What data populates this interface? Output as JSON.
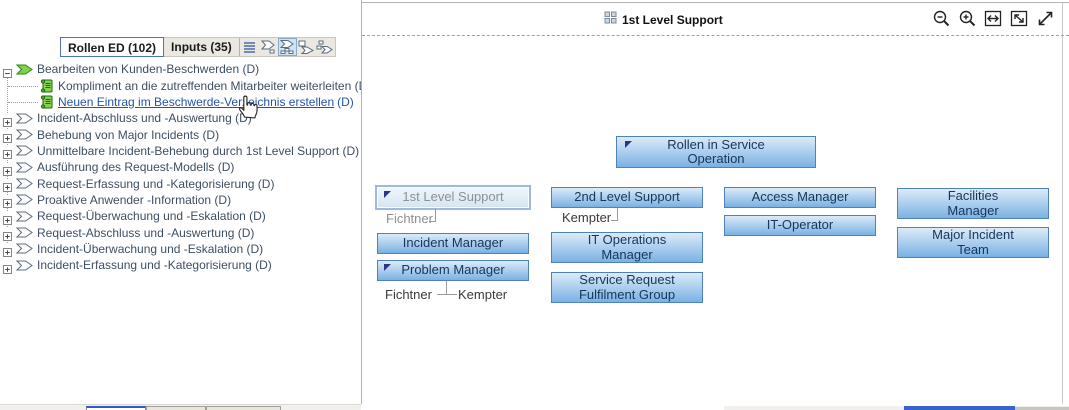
{
  "colors": {
    "node_border": "#4f81bd",
    "node_fill_top": "#dcebf8",
    "node_fill_bottom": "#7ab1e3",
    "node_text": "#16365c",
    "assignment_marker": "#2c3487",
    "link": "#2653a6",
    "selection_ring": "#9cbade",
    "scrollbar_thumb": "#3a63c9",
    "active_tab_border": "#4a73c6"
  },
  "left_panel": {
    "tabs": [
      {
        "label": "Rollen ED (102)"
      },
      {
        "label": "Inputs (35)"
      }
    ],
    "view_icons": [
      "list-icon",
      "view-level-icon",
      "view-orgchart-icon",
      "view-window-icon",
      "view-hierarchy-icon"
    ],
    "tree": [
      {
        "label": "Bearbeiten von Kunden-Beschwerden (D)"
      },
      {
        "label": "Kompliment an die zutreffenden Mitarbeiter weiterleiten (D)"
      },
      {
        "link": "Neuen Eintrag im Beschwerde-Verzeichnis erstellen",
        "suffix": "(D)"
      },
      {
        "label": "Incident-Abschluss und -Auswertung (D)"
      },
      {
        "label": "Behebung von Major Incidents (D)"
      },
      {
        "label": "Unmittelbare Incident-Behebung durch 1st Level Support (D)"
      },
      {
        "label": "Ausführung des Request-Modells (D)"
      },
      {
        "label": "Request-Erfassung und -Kategorisierung (D)"
      },
      {
        "label": "Proaktive Anwender -Information (D)"
      },
      {
        "label": "Request-Überwachung und -Eskalation (D)"
      },
      {
        "label": "Request-Abschluss und -Auswertung (D)"
      },
      {
        "label": "Incident-Überwachung und -Eskalation (D)"
      },
      {
        "label": "Incident-Erfassung und -Kategorisierung (D)"
      }
    ]
  },
  "diagram": {
    "title": "1st Level Support",
    "zoom_toolbar": [
      "zoom-out",
      "zoom-in",
      "fit-width",
      "fit-page",
      "maximize"
    ],
    "nodes": {
      "rollen": {
        "label": "Rollen in Service\nOperation"
      },
      "first_level": {
        "label": "1st Level Support"
      },
      "second_level": {
        "label": "2nd Level Support"
      },
      "access": {
        "label": "Access Manager"
      },
      "facilities": {
        "label": "Facilities\nManager"
      },
      "it_operator": {
        "label": "IT-Operator"
      },
      "incident_manager": {
        "label": "Incident Manager"
      },
      "it_operations": {
        "label": "IT Operations\nManager"
      },
      "major_incident": {
        "label": "Major Incident\nTeam"
      },
      "problem_manager": {
        "label": "Problem Manager"
      },
      "service_request": {
        "label": "Service Request\nFulfilment Group"
      }
    },
    "persons": [
      {
        "name": "Fichtner"
      },
      {
        "name": "Kempter"
      },
      {
        "name": "Fichtner"
      },
      {
        "name": "Kempter"
      }
    ]
  }
}
